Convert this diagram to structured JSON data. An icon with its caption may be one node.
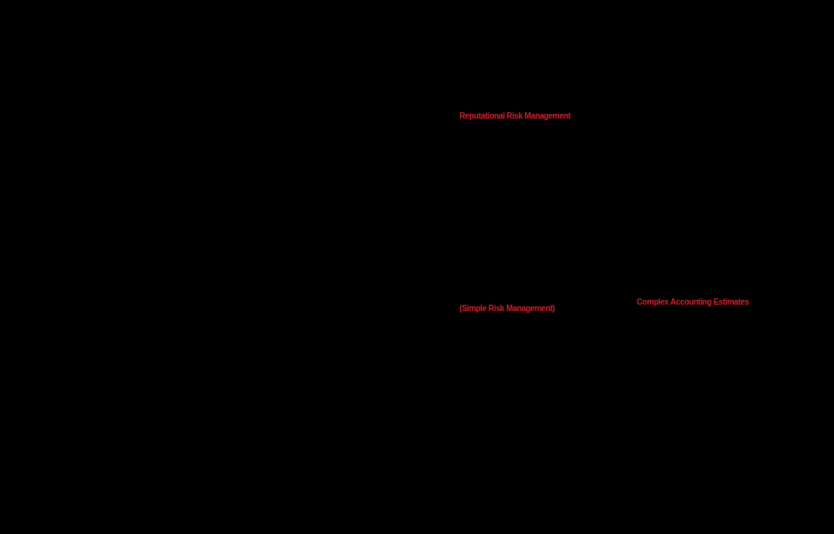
{
  "diagram": {
    "labels": [
      "Reputational Risk Management",
      "(Simple Risk Management)",
      "Complex Accounting Estimates"
    ]
  }
}
